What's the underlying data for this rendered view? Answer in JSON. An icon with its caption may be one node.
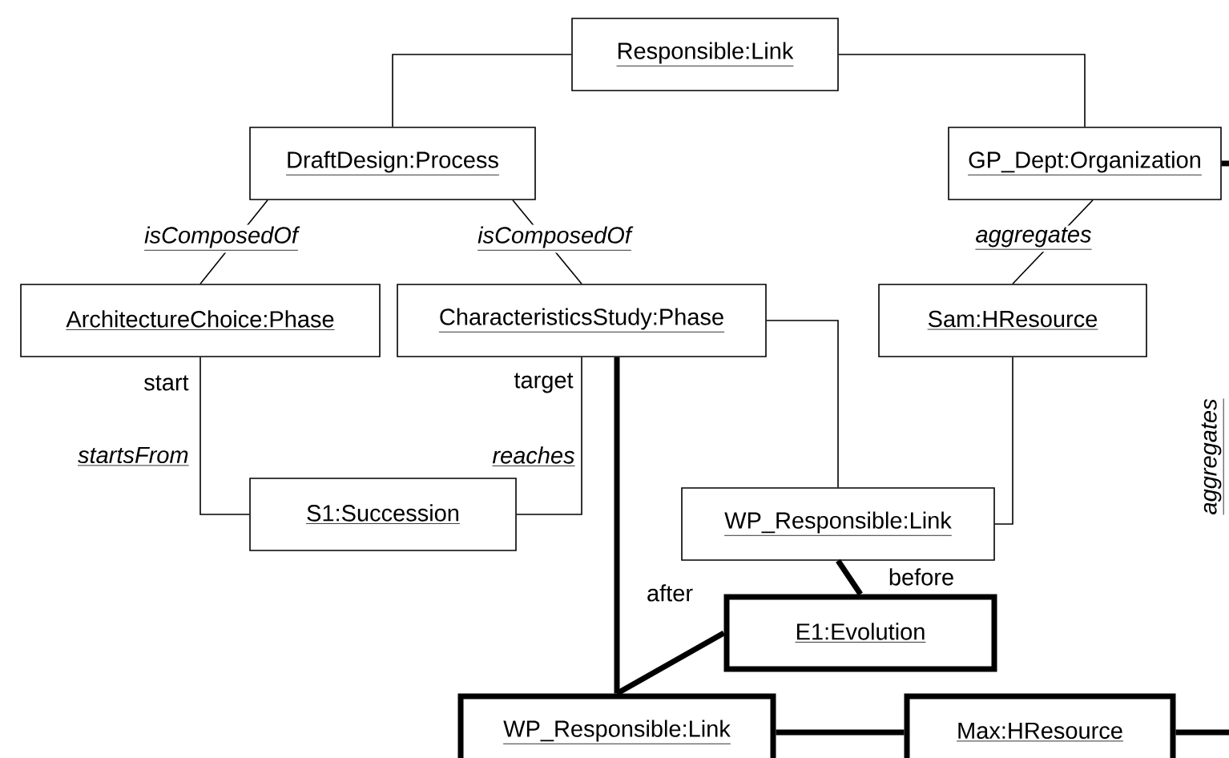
{
  "diagram": {
    "nodes": [
      {
        "text": [
          "Responsible:Link"
        ]
      },
      {
        "text": [
          "DraftDesign:Process"
        ]
      },
      {
        "text": [
          "GP_Dept:Organization"
        ]
      },
      {
        "text": [
          "ArchitectureChoice:Phase"
        ]
      },
      {
        "text": [
          "CharacteristicsStudy:Phase"
        ]
      },
      {
        "text": [
          "Sam:HResource"
        ]
      },
      {
        "text": [
          "S1:Succession"
        ]
      },
      {
        "text": [
          "WP_Responsible:Link"
        ]
      },
      {
        "text": [
          "E1:Evolution"
        ]
      },
      {
        "text": [
          "WP_Responsible:Link"
        ]
      },
      {
        "text": [
          "Max:HResource"
        ]
      }
    ],
    "edges": [
      {
        "from": 0,
        "to": 1,
        "arrow": "none"
      },
      {
        "from": 0,
        "to": 2,
        "arrow": "none"
      },
      {
        "from": 1,
        "to": 3,
        "arrow": "none",
        "label": "isComposedOf"
      },
      {
        "from": 1,
        "to": 4,
        "arrow": "none",
        "label": "isComposedOf"
      },
      {
        "from": 2,
        "to": 5,
        "arrow": "none",
        "label": "aggregates"
      },
      {
        "from": 3,
        "to": 6,
        "arrow": "none",
        "label": "startsFrom"
      },
      {
        "from": 4,
        "to": 6,
        "arrow": "none",
        "label": "reaches"
      },
      {
        "from": 4,
        "to": 7,
        "arrow": "none"
      },
      {
        "from": 5,
        "to": 7,
        "arrow": "none"
      },
      {
        "from": 7,
        "to": 8,
        "arrow": "none",
        "label": "before",
        "style": "thick"
      },
      {
        "from": 8,
        "to": 9,
        "arrow": "none",
        "label": "after",
        "style": "thick"
      },
      {
        "from": 4,
        "to": 9,
        "arrow": "none",
        "style": "thick"
      },
      {
        "from": 9,
        "to": 10,
        "arrow": "none",
        "style": "thick"
      },
      {
        "from": 10,
        "to": null,
        "arrow": "none",
        "style": "thick"
      },
      {
        "from": 2,
        "to": null,
        "arrow": "none",
        "style": "thick"
      }
    ],
    "labels": [
      "start",
      "target",
      "aggregates"
    ]
  }
}
